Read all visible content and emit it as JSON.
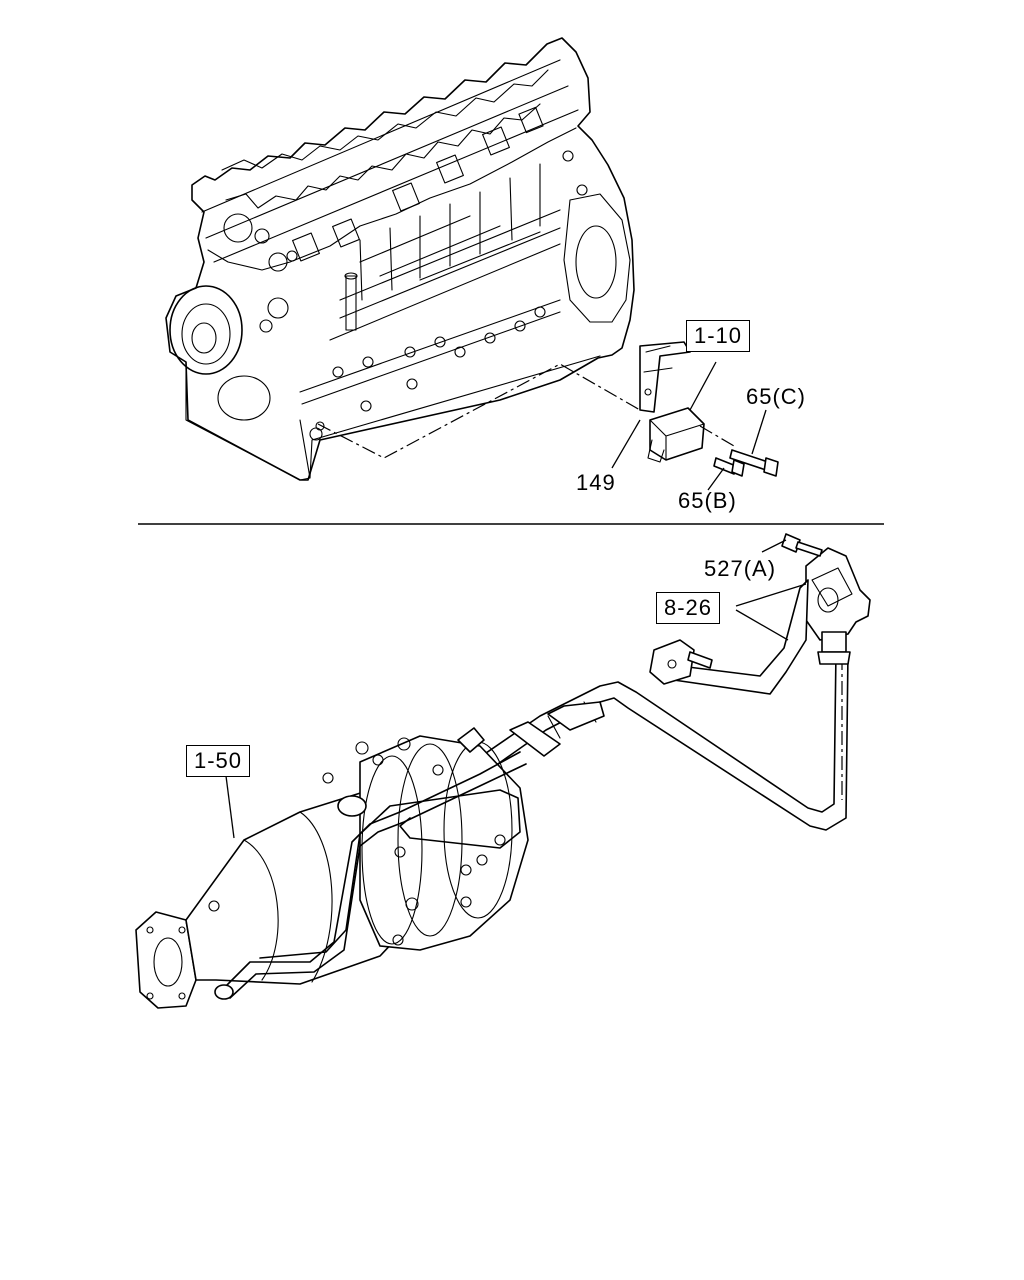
{
  "labels": {
    "ref_1_10": "1-10",
    "ref_65c": "65(C)",
    "ref_149": "149",
    "ref_65b": "65(B)",
    "ref_527a": "527(A)",
    "ref_8_26": "8-26",
    "ref_1_50": "1-50"
  }
}
